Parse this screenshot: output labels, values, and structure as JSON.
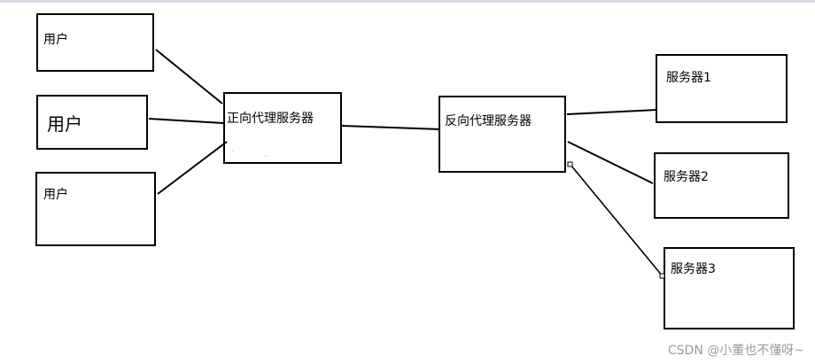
{
  "colors": {
    "stroke": "#000000",
    "background": "#ffffff",
    "watermark": "#9a9a9a"
  },
  "users": {
    "user1": "用户",
    "user2": "用户",
    "user3": "用户"
  },
  "forward_proxy": "正向代理服务器",
  "reverse_proxy": "反向代理服务器",
  "servers": {
    "server1": "服务器1",
    "server2": "服务器2",
    "server3": "服务器3"
  },
  "watermark": "CSDN @小董也不懂呀~"
}
